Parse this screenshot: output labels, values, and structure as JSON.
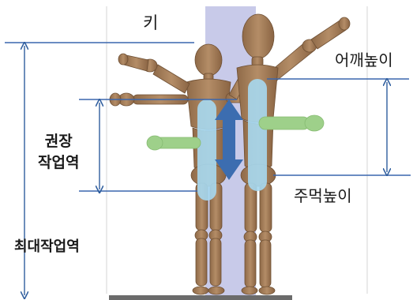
{
  "labels": {
    "height": "키",
    "shoulder_height": "어깨높이",
    "elbow_height": "주먹높이",
    "recommended_work_area_line1": "권장",
    "recommended_work_area_line2": "작업역",
    "max_work_area": "최대작업역"
  },
  "colors": {
    "background": "#ffffff",
    "dimension_line": "#2f5e9e",
    "guide_line": "#3a66ad",
    "pillar": "#c7c9e8",
    "body_wood": "#a9835f",
    "body_wood_dark": "#7e5c3e",
    "arm_zone": "#98cf86",
    "spine_zone": "#9fd3ee",
    "double_arrow": "#3c6db0",
    "floor": "#6b6b6b",
    "frame_line": "#cfcfcf"
  }
}
